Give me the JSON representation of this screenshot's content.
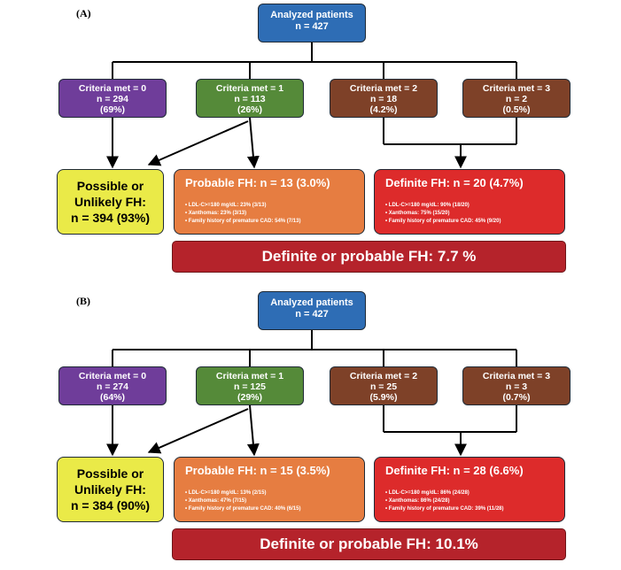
{
  "panels": [
    {
      "label": "(A)",
      "analyzed": {
        "line1": "Analyzed  patients",
        "line2": "n = 427"
      },
      "criteria": [
        {
          "title": "Criteria met = 0",
          "n": "n = 294",
          "pct": "(69%)"
        },
        {
          "title": "Criteria met = 1",
          "n": "n = 113",
          "pct": "(26%)"
        },
        {
          "title": "Criteria met = 2",
          "n": "n = 18",
          "pct": "(4.2%)"
        },
        {
          "title": "Criteria met = 3",
          "n": "n = 2",
          "pct": "(0.5%)"
        }
      ],
      "possible": {
        "line1": "Possible or",
        "line2": "Unlikely FH:",
        "line3": "n = 394 (93%)"
      },
      "probable": {
        "title": "Probable FH: n = 13 (3.0%)",
        "items": [
          "LDL-C>=180 mg/dL: 23% (3/13)",
          "Xanthomas: 23% (3/13)",
          "Family history of premature CAD: 54% (7/13)"
        ]
      },
      "definite": {
        "title": "Definite FH: n = 20 (4.7%)",
        "items": [
          "LDL-C>=180 mg/dL: 90% (18/20)",
          "Xanthomas: 75% (15/20)",
          "Family history of premature CAD: 45% (9/20)"
        ]
      },
      "banner": "Definite or probable FH: 7.7 %"
    },
    {
      "label": "(B)",
      "analyzed": {
        "line1": "Analyzed  patients",
        "line2": "n = 427"
      },
      "criteria": [
        {
          "title": "Criteria met = 0",
          "n": "n = 274",
          "pct": "(64%)"
        },
        {
          "title": "Criteria met = 1",
          "n": "n = 125",
          "pct": "(29%)"
        },
        {
          "title": "Criteria met = 2",
          "n": "n = 25",
          "pct": "(5.9%)"
        },
        {
          "title": "Criteria met = 3",
          "n": "n = 3",
          "pct": "(0.7%)"
        }
      ],
      "possible": {
        "line1": "Possible or",
        "line2": "Unlikely FH:",
        "line3": "n = 384 (90%)"
      },
      "probable": {
        "title": "Probable FH: n = 15 (3.5%)",
        "items": [
          "LDL-C>=180 mg/dL: 13% (2/15)",
          "Xanthomas: 47% (7/15)",
          "Family history of premature CAD: 40% (6/15)"
        ]
      },
      "definite": {
        "title": "Definite FH: n = 28 (6.6%)",
        "items": [
          "LDL-C>=180 mg/dL: 86% (24/28)",
          "Xanthomas: 86% (24/28)",
          "Family history of premature CAD: 39% (11/28)"
        ]
      },
      "banner": "Definite or probable FH: 10.1%"
    }
  ]
}
